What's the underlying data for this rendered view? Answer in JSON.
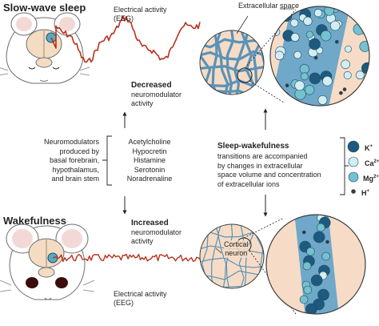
{
  "top": {
    "title": "Slow-wave sleep",
    "eeg_label": [
      "Electrical activity",
      "(EEG)"
    ],
    "extracellular_label": "Extracellular space",
    "modulator_state": "Decreased",
    "modulator_activity": [
      "neuromodulator",
      "activity"
    ]
  },
  "middle": {
    "left_text": [
      "Neuromodulators",
      "produced by",
      "basal forebrain,",
      "hypothalamus,",
      "and brain stem"
    ],
    "modulators": [
      "Acetylcholine",
      "Hypocretin",
      "Histamine",
      "Serotonin",
      "Noradrenaline"
    ],
    "right_title": "Sleep-wakefulness",
    "right_text": [
      "transitions are accompanied",
      "by changes in extracellular",
      "space volume and concentration",
      "of extracellular ions"
    ]
  },
  "legend": {
    "ions": [
      {
        "symbol": "K",
        "charge": "+",
        "color": "#1d5a7e"
      },
      {
        "symbol": "Ca",
        "charge": "2+",
        "color": "#d2eef3"
      },
      {
        "symbol": "Mg",
        "charge": "2+",
        "color": "#74c1cf"
      },
      {
        "symbol": "H",
        "charge": "+",
        "color": "#3a3a3a"
      }
    ]
  },
  "bottom": {
    "title": "Wakefulness",
    "modulator_state": "Increased",
    "modulator_activity": [
      "neuromodulator",
      "activity"
    ],
    "eeg_label": [
      "Electrical activity",
      "(EEG)"
    ],
    "neuron_label": [
      "Cortical",
      "neuron"
    ]
  },
  "colors": {
    "eeg": "#b8321c",
    "extracellular": "#6fa8c8",
    "cell": "#f6dcc6",
    "outline": "#3d3d3d"
  }
}
